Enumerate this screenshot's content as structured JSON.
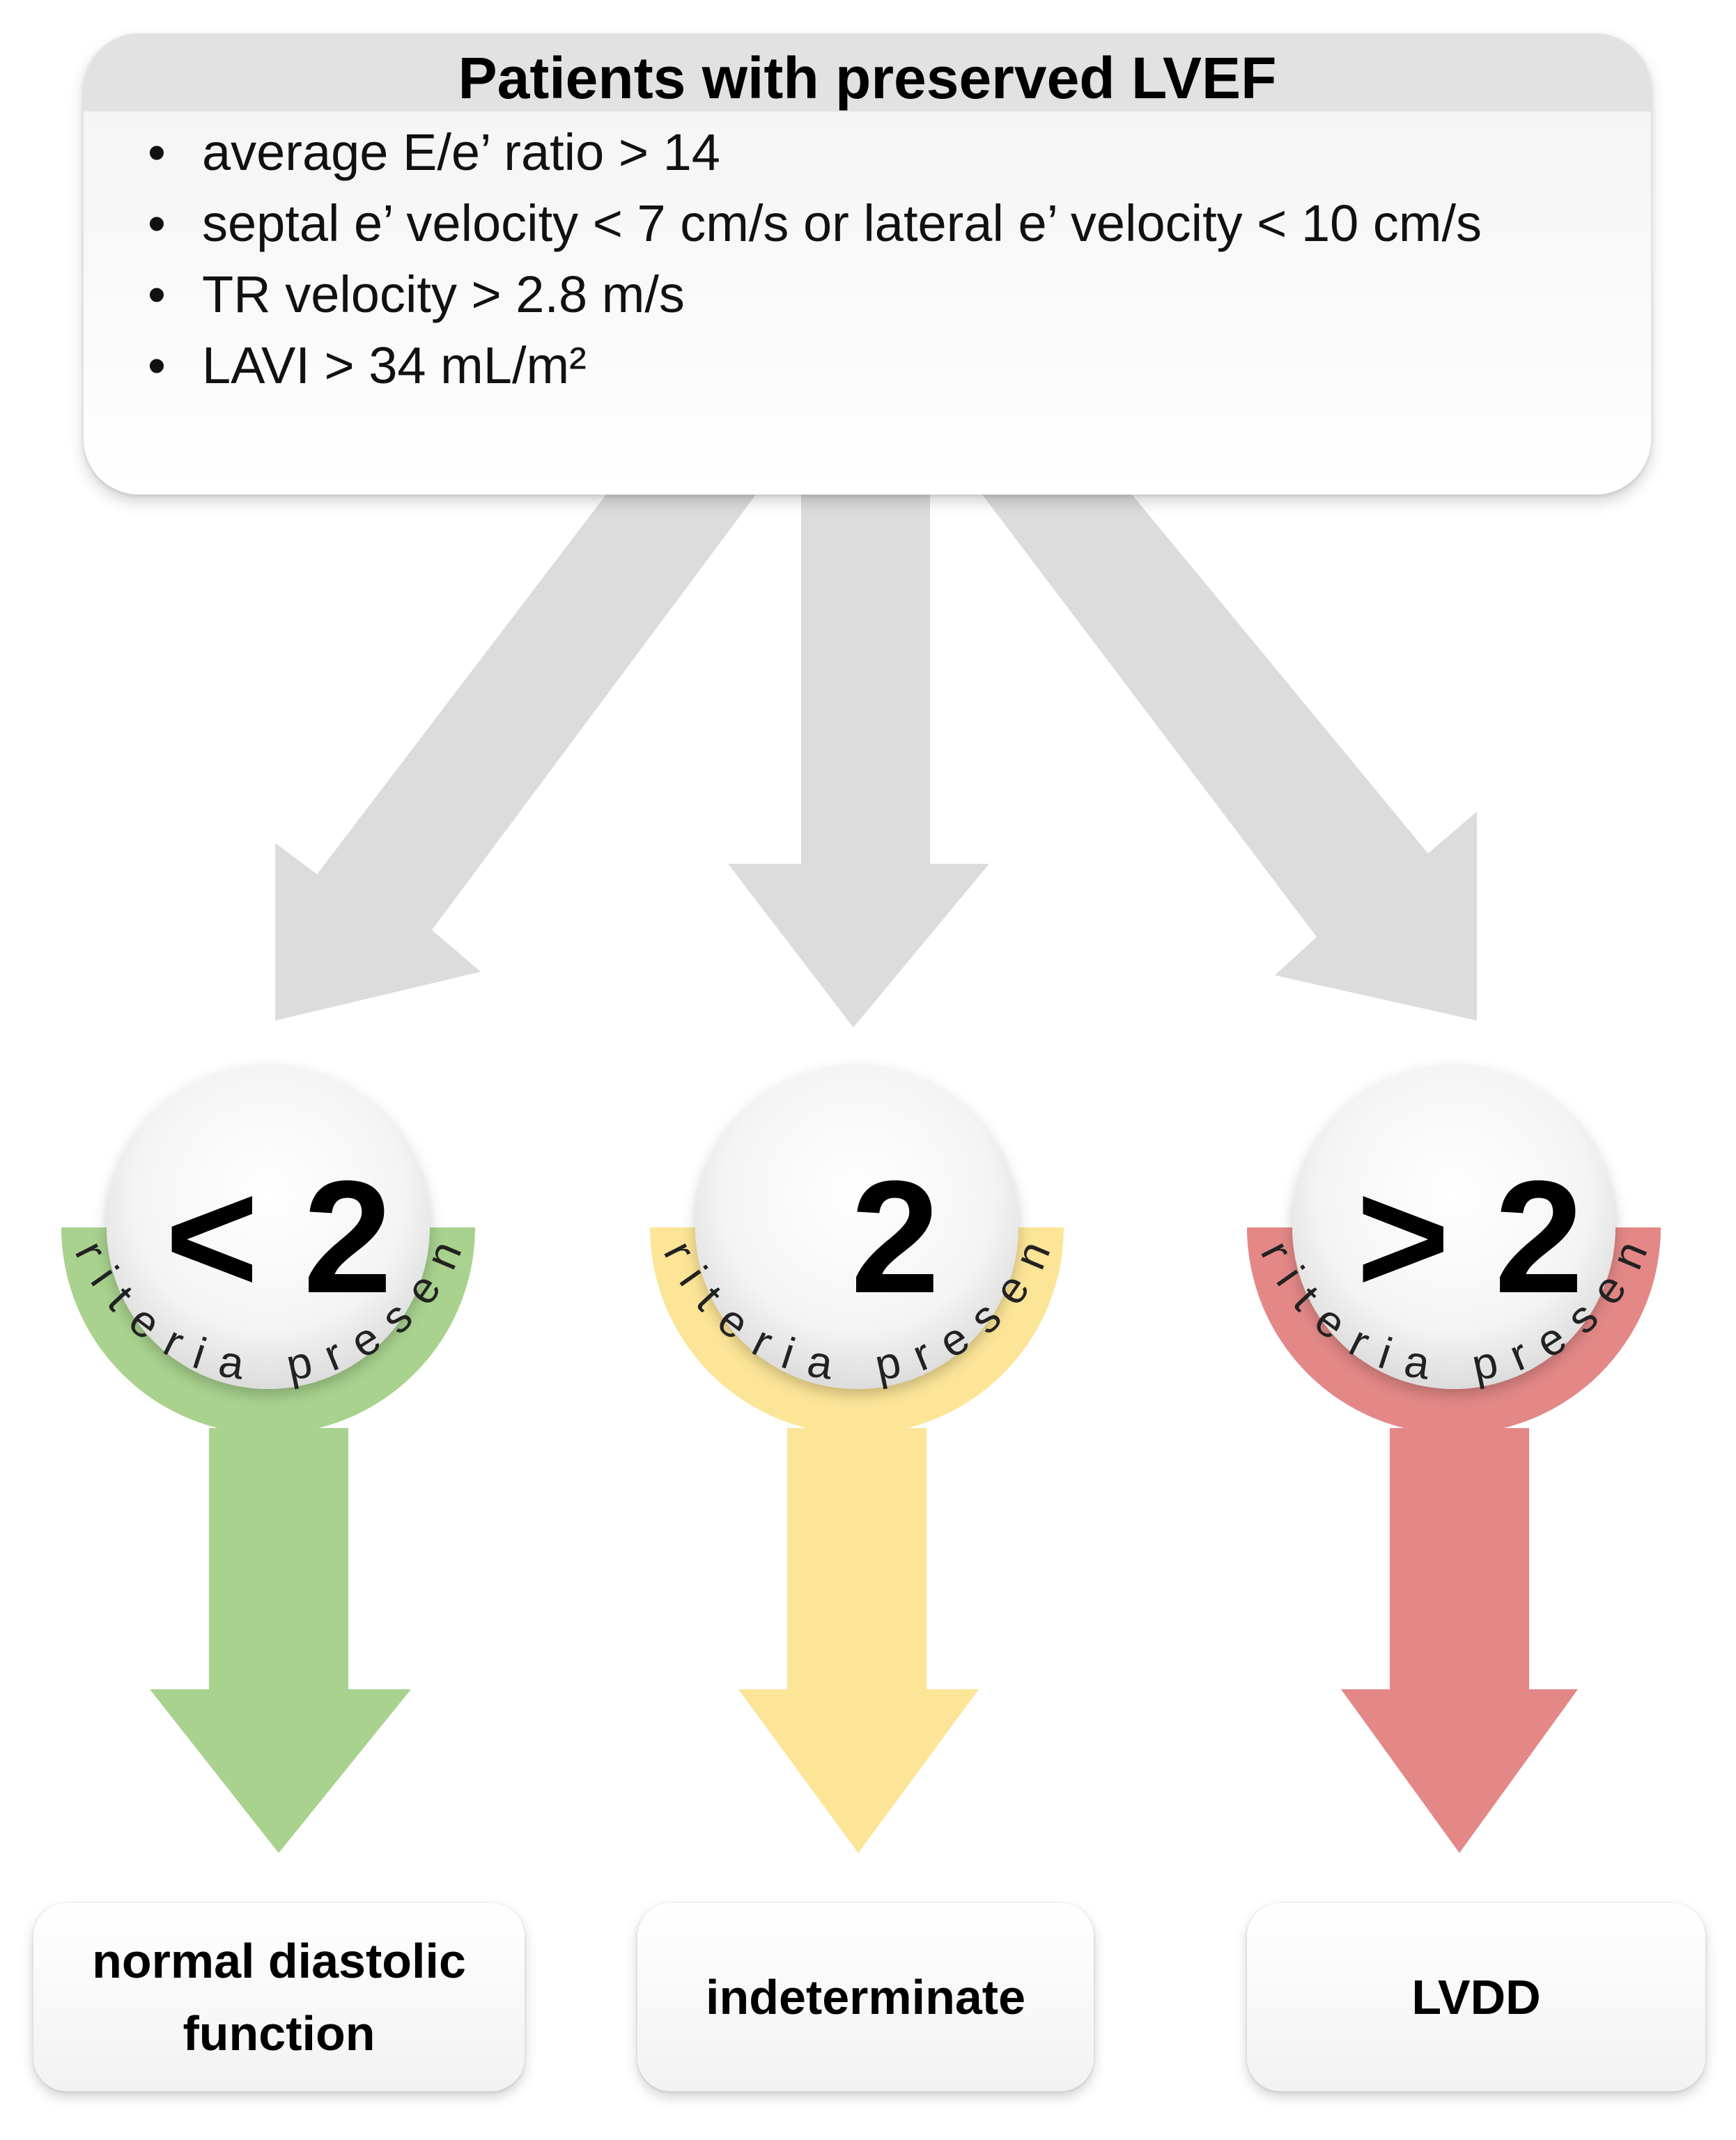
{
  "header": {
    "title": "Patients with preserved LVEF",
    "criteria": [
      "average E/e’ ratio > 14",
      "septal e’ velocity < 7 cm/s or lateral e’ velocity < 10 cm/s",
      "TR velocity > 2.8 m/s",
      "LAVI > 34 mL/m²"
    ]
  },
  "branches": [
    {
      "count": "< 2",
      "arc_text": "Criteria present",
      "outcome_line1": "normal diastolic",
      "outcome_line2": "function",
      "color": "#a8d28e"
    },
    {
      "count": "2",
      "arc_text": "Criteria present",
      "outcome_line1": "indeterminate",
      "outcome_line2": "",
      "color": "#fce597"
    },
    {
      "count": "> 2",
      "arc_text": "Criteria present",
      "outcome_line1": "LVDD",
      "outcome_line2": "",
      "color": "#e38887"
    }
  ],
  "colors": {
    "gray_arrow": "#dcdcdc",
    "header_bar": "#e2e2e2"
  }
}
